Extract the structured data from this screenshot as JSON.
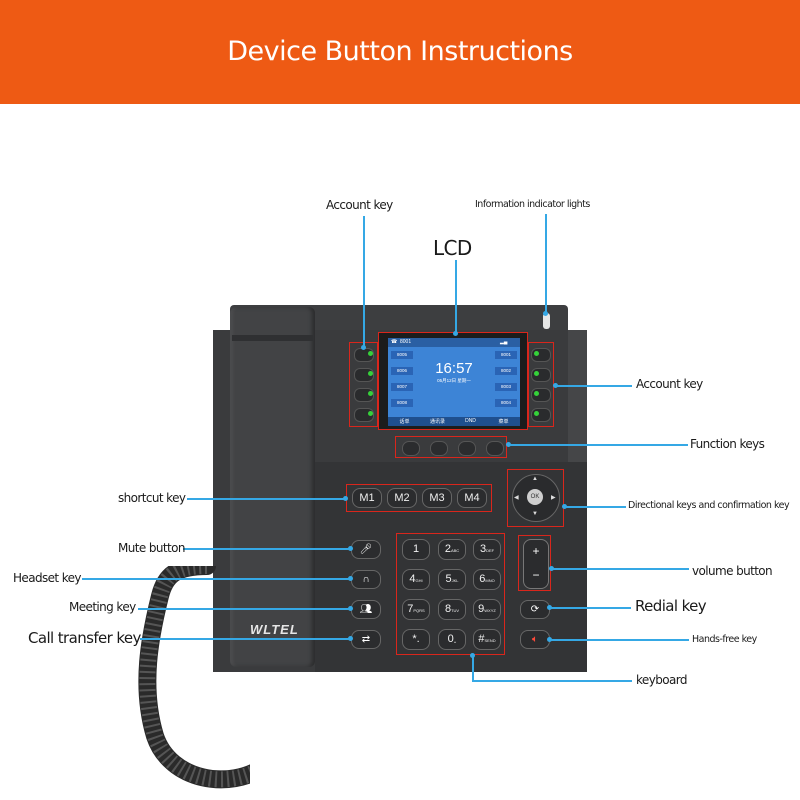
{
  "banner": {
    "title": "Device Button Instructions",
    "color": "#ee5a14"
  },
  "labels": {
    "account_key_top": "Account key",
    "info_lights": "Information indicator lights",
    "lcd": "LCD",
    "account_key_right": "Account key",
    "function_keys": "Function keys",
    "shortcut_key": "shortcut key",
    "directional_keys": "Directional keys and confirmation key",
    "mute_button": "Mute button",
    "headset_key": "Headset key",
    "volume_button": "volume button",
    "meeting_key": "Meeting key",
    "redial_key": "Redial key",
    "call_transfer_key": "Call transfer key",
    "hands_free_key": "Hands-free key",
    "keyboard": "keyboard"
  },
  "phone": {
    "brand": "WLTEL",
    "lcd": {
      "status_account": "8001",
      "time": "16:57",
      "date": "05月12日 星期一",
      "left_lines": [
        "8005",
        "8006",
        "8007",
        "8008"
      ],
      "right_lines": [
        "8001",
        "8002",
        "8003",
        "8004"
      ],
      "function_labels": [
        "话单",
        "通讯录",
        "DND",
        "菜单"
      ]
    },
    "shortcut_keys": [
      "M1",
      "M2",
      "M3",
      "M4"
    ],
    "ok_label": "OK",
    "keypad": [
      {
        "d": "1",
        "s": ""
      },
      {
        "d": "2",
        "s": "ABC"
      },
      {
        "d": "3",
        "s": "DEF"
      },
      {
        "d": "4",
        "s": "GHI"
      },
      {
        "d": "5",
        "s": "JKL"
      },
      {
        "d": "6",
        "s": "MNO"
      },
      {
        "d": "7",
        "s": "PQRS"
      },
      {
        "d": "8",
        "s": "TUV"
      },
      {
        "d": "9",
        "s": "WXYZ"
      },
      {
        "d": "*.",
        "s": ""
      },
      {
        "d": "0",
        "s": "␣"
      },
      {
        "d": "#",
        "s": "SEND"
      }
    ],
    "volume": {
      "plus": "+",
      "minus": "−"
    },
    "led_color": "#35d13a",
    "highlight_color": "#d9261c",
    "callout_color": "#35a8e5"
  }
}
